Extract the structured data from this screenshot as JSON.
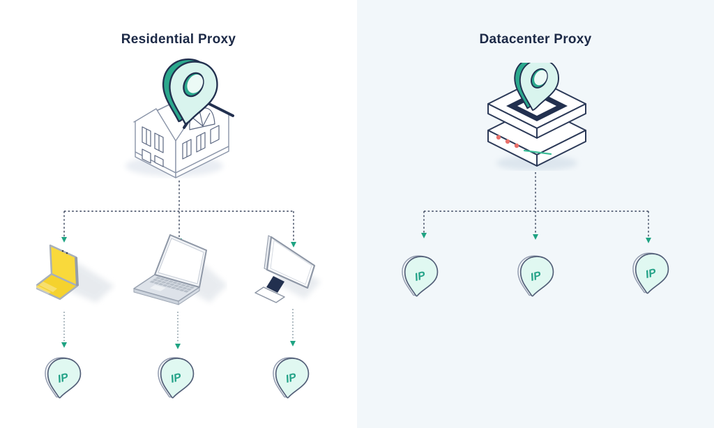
{
  "diagram": {
    "left": {
      "title": "Residential Proxy",
      "ip_pins": [
        "IP",
        "IP",
        "IP"
      ]
    },
    "right": {
      "title": "Datacenter Proxy",
      "ip_pins": [
        "IP",
        "IP",
        "IP"
      ]
    }
  },
  "icons": {
    "residential_source": "house-with-location-pin",
    "datacenter_source": "server-with-location-pin",
    "devices": [
      "foldable-phone",
      "laptop",
      "desktop-monitor"
    ],
    "ip_marker": "ip-location-pin"
  },
  "colors": {
    "title_navy": "#1c2946",
    "outline_navy": "#22304f",
    "outline_gray": "#8a94a8",
    "teal": "#1fa382",
    "teal_side": "#2ba88d",
    "mint": "#d9f4ee",
    "ip_pin_fill": "#e0f8f1",
    "phone_yellow": "#f9d93b",
    "coral_dot": "#e8706a",
    "left_panel_bg": "#ffffff",
    "right_panel_bg": "#f2f7fa",
    "connector_dark": "#39445c",
    "connector_gray": "#8496a1"
  }
}
